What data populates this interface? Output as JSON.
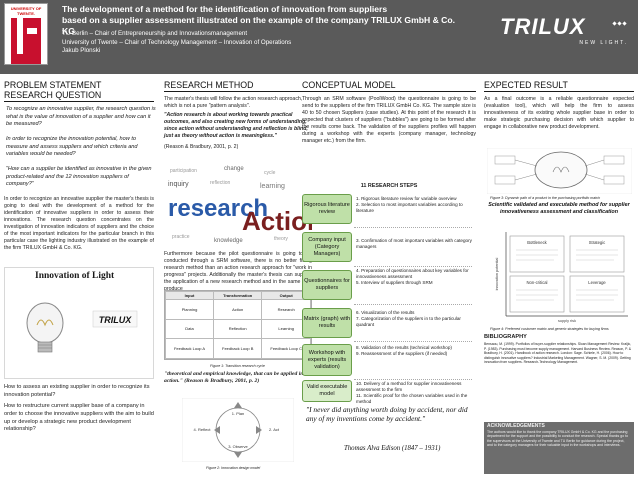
{
  "header": {
    "uni_logo_text": "UNIVERSITY OF TWENTE.",
    "title_line1": "The development of a method for the identification of innovation from suppliers",
    "title_line2": "based on a supplier assessment illustrated on the example of the company TRILUX GmbH & Co. KG",
    "affil1": "TU Berlin – Chair of Entrepreneurship and Innovationsmanagement",
    "affil2": "University of Twente – Chair of Technology Management – Innovation of Operations",
    "author": "Jakub Plonski",
    "brand": "TRILUX",
    "brand_tag": "NEW LIGHT."
  },
  "col1": {
    "title1": "PROBLEM STATEMENT",
    "title2": "RESEARCH QUESTION",
    "q1": "To recognize an innovative supplier, the research question is what is the value of innovation of a supplier and how can it be measured?",
    "q2": "In order to recognize the innovation potential, how to measure and assess suppliers and which criteria and variables would be needed?",
    "q3": "“How can a supplier be identified as innovative in the given product-related and the 12 innovation suppliers of company?”",
    "para": "In order to recognize an innovative supplier the master's thesis is going to deal with the development of a method for the identification of innovative suppliers in order to assess their innovations. The research question concentrates on the investigation of innovation indicators of suppliers and the choice of the most important indicators for the particular branch in this particular case the lighting industry illustrated on the example of the firm TRILUX GmbH & Co. KG.",
    "bulb_title": "Innovation of Light",
    "bulb_brand": "TRILUX",
    "q4": "How to assess an existing supplier in order to recognize its innovation potential?",
    "q5": "How to restructure current supplier base of a company in order to choose the innovative suppliers with the aim to build up or develop a strategic new product development relationship?"
  },
  "col2": {
    "title": "RESEARCH METHOD",
    "p1": "The master's thesis will follow the action research approach, which is not a pure \"pattern analysis\".",
    "p2": "\"Action research is about working towards practical outcomes, and also creating new forms of understanding, since action without understanding and reflection is blind, just as theory without action is meaningless.\"",
    "p2_cite": "(Reason & Bradbury, 2001, p. 2)",
    "cloud_big1": "research",
    "cloud_big2": "Action",
    "p3": "Furthermore because the pilot questionnaire is going to be conducted through a SRM software, there is no better fitting research method than an action research approach for \"work in progress\" projects. Additionally the master's thesis can support the application of a new research method and in the same time produce",
    "fig1_caption": "Figure 1: Transition research cycle",
    "table_head": [
      "Input",
      "Transformation",
      "Output"
    ],
    "table_rows": [
      [
        "Planning",
        "Action",
        "Research"
      ],
      [
        "Data",
        "Reflection",
        "Learning"
      ],
      [
        "Feedback Loop A",
        "Feedback Loop B",
        "Feedback Loop C"
      ]
    ],
    "quote": "\"theoretical and empirical knowledge, that can be applied in action.\" (Reason & Bradbury, 2001, p. 2)",
    "cycle_labels": [
      "1. Plan",
      "2. Act",
      "3. Observe",
      "4. Reflect"
    ],
    "fig2_caption": "Figure 2: Innovation design model"
  },
  "col3": {
    "title": "CONCEPTUAL MODEL",
    "p1": "Through an SRM software (PoolWood) the questionnaire is going to be send to the suppliers of the firm TRILUX GmbH Co. KG. The sample size is 40 to 50 chosen Suppliers (case studies). At this point of the research it is expected that clusters of suppliers (\"bubbles\") are going to be formed after the results come back. The validation of the suppliers profiles will happen during a workshop with the experts (company manager, technology manager etc.) from the firm.",
    "steps_title": "11 RESEARCH STEPS",
    "steps": [
      {
        "box": "Rigorous literature review",
        "items": [
          "1. Rigorous literature review for variable overview",
          "2. Selection to most important variables according to literature"
        ]
      },
      {
        "box": "Company input (Category Managers)",
        "items": [
          "3. Confirmation of most important variables with category managers"
        ]
      },
      {
        "box": "Questionnaires for suppliers",
        "items": [
          "4. Preparation of questionnaires about key variables for innovativeness assessment",
          "5. Interview of suppliers through SRM"
        ]
      },
      {
        "box": "Matrix (graph) with results",
        "items": [
          "6. Visualization of the results",
          "7. Categorization of the suppliers in to the particular quadrant"
        ]
      },
      {
        "box": "Workshop with experts (results validation)",
        "items": [
          "8. Validation of the results (technical workshop)",
          "9. Reassessment of the suppliers (if needed)"
        ]
      },
      {
        "box": "Valid executable model",
        "items": [
          "10. Delivery of a method for supplier innovativeness assessment to the firm",
          "11. Scientific proof for the chosen variables used in the method"
        ]
      }
    ],
    "quote": "\"I never did anything worth doing by accident, nor did any of my inventions come by accident.\"",
    "quote_author": "Thomas Alva Edison (1847 – 1931)"
  },
  "col4": {
    "title": "EXPECTED RESULT",
    "p1": "As a final outcome is a reliable questionnaire expected (evaluation tool), which will help the firm to assess innovativeness of its existing whole supplier base in order to make strategic purchasing decision with which supplier to engage in collaborative new product development.",
    "fig3_caption": "Figure 3: Dynamic path of a product in the purchasing portfolio matrix",
    "highlight": "Scientific validated and executable method for supplier innovativeness assessment and classification",
    "grid_y": "innovation potential",
    "grid_x": "supply risk",
    "grid_cells": [
      "Bottleneck",
      "Strategic",
      "Non-critical",
      "Leverage"
    ],
    "fig4_caption": "Figure 4: Preferred customer matrix and generic strategies for buying firms",
    "biblio_title": "BIBLIOGRAPHY",
    "biblio": "Bensaou, M. (1999). Portfolios of buyer-supplier relationships. Sloan Management Review. Kraljic, P. (1983). Purchasing must become supply management. Harvard Business Review. Reason, P. & Bradbury, H. (2001). Handbook of action research. London: Sage. Schiele, H. (2006). How to distinguish innovative suppliers? Industrial Marketing Management. Wagner, S. M. (2009). Getting innovation from suppliers. Research-Technology Management.",
    "ack_title": "ACKNOWLEDGEMENTS",
    "ack": "The authors would like to thank the company TRILUX GmbH & Co. KG and the purchasing department for the support and the possibility to conduct the research. Special thanks go to the supervisors at the University of Twente and TU Berlin for guidance during the project, and to the category managers for their valuable input in the workshops and interviews."
  }
}
